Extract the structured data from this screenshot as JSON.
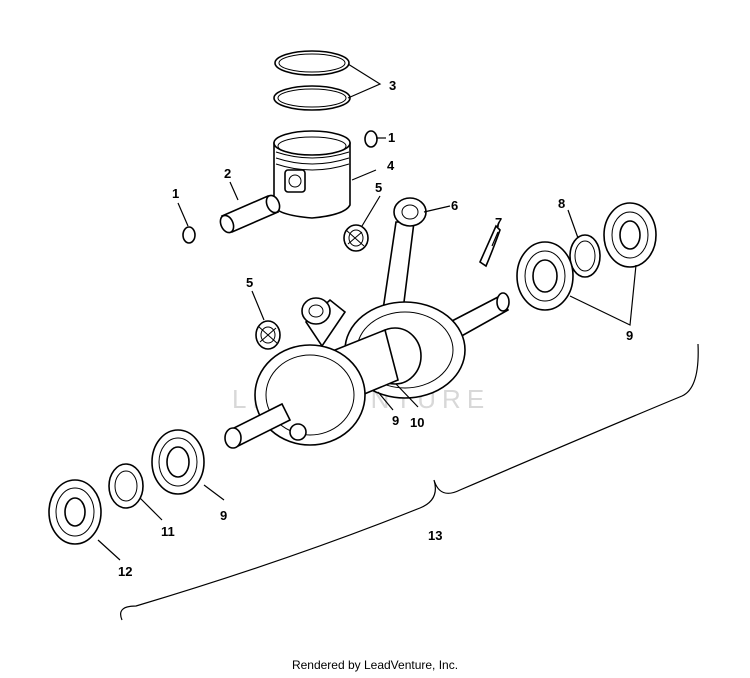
{
  "watermark": "LEADVENTURE",
  "credit": "Rendered by LeadVenture, Inc.",
  "callouts": {
    "c1a": "1",
    "c1b": "1",
    "c2": "2",
    "c3": "3",
    "c4": "4",
    "c5a": "5",
    "c5b": "5",
    "c6": "6",
    "c7": "7",
    "c8": "8",
    "c9a": "9",
    "c9b": "9",
    "c9c": "9",
    "c10": "10",
    "c11": "11",
    "c12": "12",
    "c13": "13"
  }
}
